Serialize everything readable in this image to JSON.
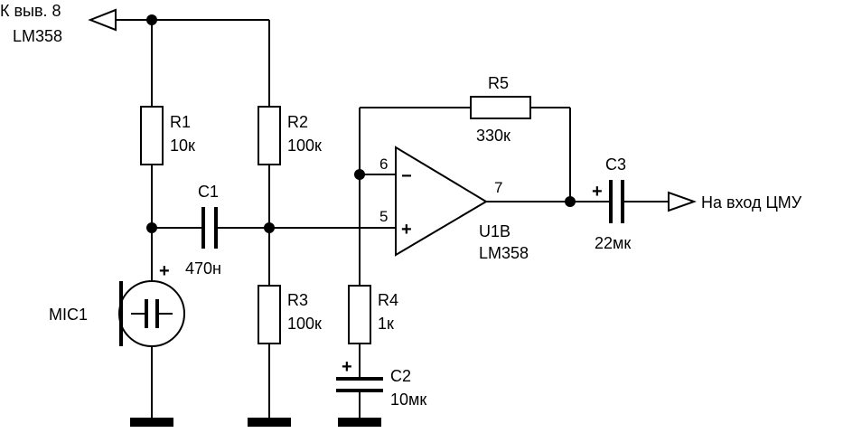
{
  "ports": {
    "input_label_line1": "К выв. 8",
    "input_label_line2": "LM358",
    "output_label": "На вход ЦМУ"
  },
  "components": {
    "r1": {
      "ref": "R1",
      "value": "10к"
    },
    "r2": {
      "ref": "R2",
      "value": "100к"
    },
    "r3": {
      "ref": "R3",
      "value": "100к"
    },
    "r4": {
      "ref": "R4",
      "value": "1к"
    },
    "r5": {
      "ref": "R5",
      "value": "330к"
    },
    "c1": {
      "ref": "C1",
      "value": "470н"
    },
    "c2": {
      "ref": "C2",
      "value": "10мк"
    },
    "c3": {
      "ref": "C3",
      "value": "22мк"
    },
    "mic": {
      "ref": "MIC1"
    },
    "opamp": {
      "ref": "U1B",
      "part": "LM358",
      "pin_inv": "6",
      "pin_noninv": "5",
      "pin_out": "7"
    }
  },
  "symbols": {
    "plus": "+",
    "minus": "−"
  }
}
